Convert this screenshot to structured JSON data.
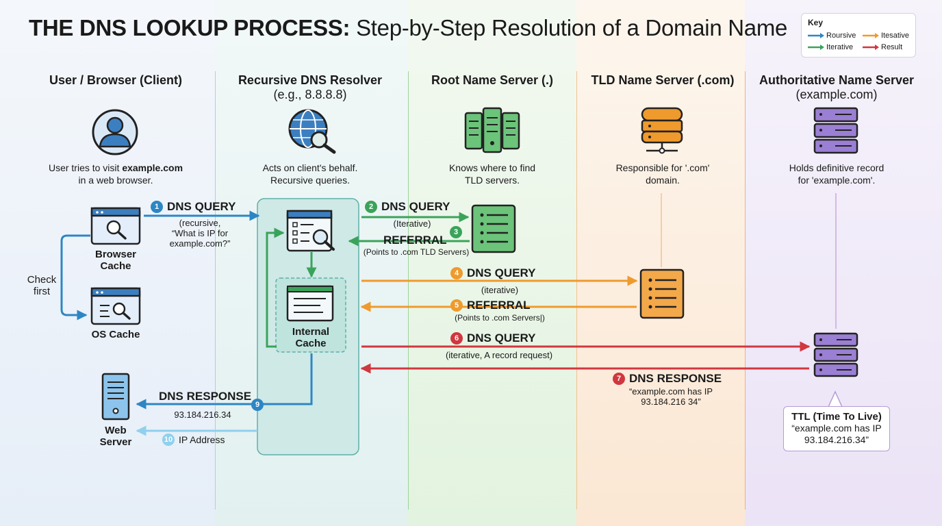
{
  "title": {
    "bold": "THE DNS LOOKUP PROCESS:",
    "rest": "Step-by-Step Resolution of a Domain Name"
  },
  "key": {
    "title": "Key",
    "items": [
      {
        "label": "Roursive",
        "color": "#2d86c4"
      },
      {
        "label": "Itesative",
        "color": "#ef9a2c"
      },
      {
        "label": "Iterative",
        "color": "#3aa35a"
      },
      {
        "label": "Result",
        "color": "#d0373f"
      }
    ]
  },
  "columns": {
    "client": {
      "title": "User / Browser (Client)",
      "desc_pre": "User tries to visit ",
      "desc_bold": "example.com",
      "desc_post": "in a web browser."
    },
    "resolver": {
      "title": "Recursive DNS Resolver",
      "subtitle": "(e.g., 8.8.8.8)",
      "desc": "Acts on client's behalf.",
      "desc2": "Recursive queries."
    },
    "root": {
      "title": "Root Name Server (.)",
      "desc": "Knows where to find",
      "desc2": "TLD servers."
    },
    "tld": {
      "title": "TLD Name Server (.com)",
      "desc": "Responsible for '.com'",
      "desc2": "domain."
    },
    "auth": {
      "title": "Authoritative Name Server",
      "subtitle": "(example.com)",
      "desc": "Holds definitive record",
      "desc2": "for 'example.com'."
    }
  },
  "client_nodes": {
    "browser_cache": [
      "Browser",
      "Cache"
    ],
    "os_cache": "OS Cache",
    "check_first": [
      "Check",
      "first"
    ],
    "web_server": [
      "Web",
      "Server"
    ]
  },
  "internal_cache": [
    "Internal",
    "Cache"
  ],
  "steps": [
    {
      "num": "1",
      "label": "DNS QUERY",
      "note": [
        "(recursive,",
        "“What is IP for",
        "example.com?”"
      ]
    },
    {
      "num": "2",
      "label": "DNS QUERY",
      "note": [
        "(Iterative)"
      ]
    },
    {
      "num": "3",
      "label": "REFERRAL",
      "note": [
        "(Points to .com TLD Servers)"
      ]
    },
    {
      "num": "4",
      "label": "DNS QUERY",
      "note": [
        "(iterative)"
      ]
    },
    {
      "num": "5",
      "label": "REFERRAL",
      "note": [
        "(Points to .com Servers|)"
      ]
    },
    {
      "num": "6",
      "label": "DNS QUERY",
      "note": [
        "(iterative, A record request)"
      ]
    },
    {
      "num": "7",
      "label": "DNS RESPONSE",
      "note": [
        "“example.com has IP",
        "93.184.216 34”"
      ]
    },
    {
      "num": "9",
      "label": "DNS RESPONSE",
      "note": [
        "93.184.216.34"
      ]
    },
    {
      "num": "10",
      "label": "IP Address",
      "note": []
    }
  ],
  "ttl": {
    "title": "TTL (Time To Live)",
    "line1": "“example.com has IP",
    "line2": "93.184.216.34”"
  },
  "colors": {
    "recursive": "#2d86c4",
    "iterative": "#3aa35a",
    "iterative_tld": "#ef9a2c",
    "result": "#d0373f",
    "ip": "#8fd0ee",
    "resolver_box": "#cfe9e6"
  },
  "icons": [
    "user-icon",
    "globe-search-icon",
    "server-rack-icon",
    "database-icon",
    "server-stack-icon",
    "browser-search-icon",
    "list-document-icon",
    "web-server-icon"
  ]
}
